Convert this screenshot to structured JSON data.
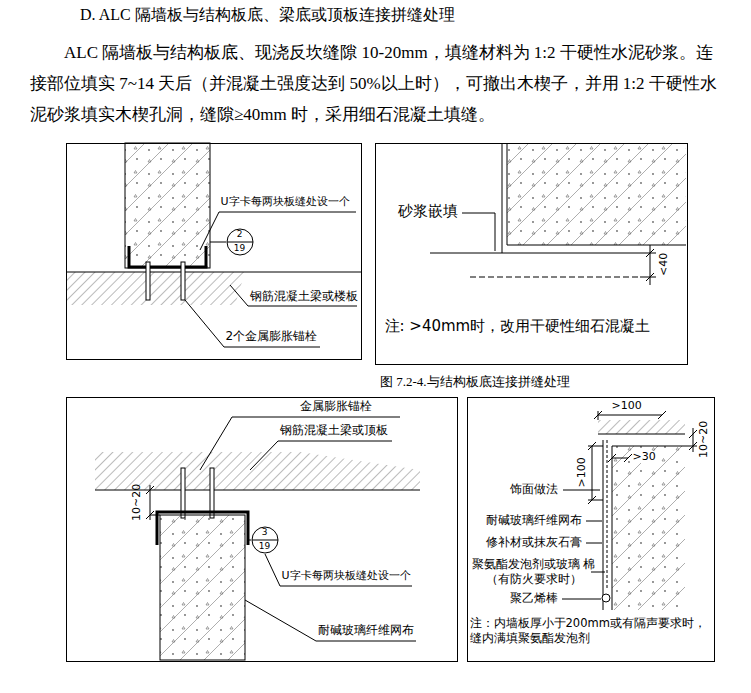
{
  "diagram": {
    "title": "D. ALC 隔墙板与结构板底、梁底或顶板连接拼缝处理",
    "caption": "图 7.2-4.与结构板底连接拼缝处理",
    "nodes": [
      {
        "text": [
          "U字卡每两块板缝处设一个",
          "钢筋混凝土梁或楼板",
          "2个金属膨胀锚栓"
        ]
      },
      {
        "text": [
          "2",
          "19"
        ],
        "in": 0
      },
      {
        "text": [
          "砂浆嵌填",
          "<40",
          "注: >40mm时，改用干硬性细石混凝土"
        ]
      },
      {
        "text": [
          "金属膨胀锚栓",
          "钢筋混凝土梁或顶板",
          "10~20",
          "U字卡每两块板缝处设一个",
          "耐碱玻璃纤维网布"
        ]
      },
      {
        "text": [
          "3",
          "19"
        ],
        "in": 3
      },
      {
        "text": [
          ">100",
          ">100",
          ">30",
          "10~20",
          "饰面做法",
          "耐碱玻璃纤维网布",
          "修补材或抹灰石膏",
          "聚氨酯发泡剂或玻璃 棉（有防火要求时）",
          "聚乙烯棒",
          "注：内墙板厚小于200mm或有隔声要求时， 缝内满填聚氨酯发泡剂"
        ]
      }
    ],
    "labels": [
      "ALC 隔墙板与结构板底、现浇反坎缝隙 10-20mm，填缝材料为 1:2 干硬性水泥砂浆。连接部位填实 7~14 天后（并混凝土强度达到 50%以上时），可撤出木楔子，并用 1:2 干硬性水泥砂浆填实木楔孔洞，缝隙≥40mm 时，采用细石混凝土填缝。"
    ]
  }
}
